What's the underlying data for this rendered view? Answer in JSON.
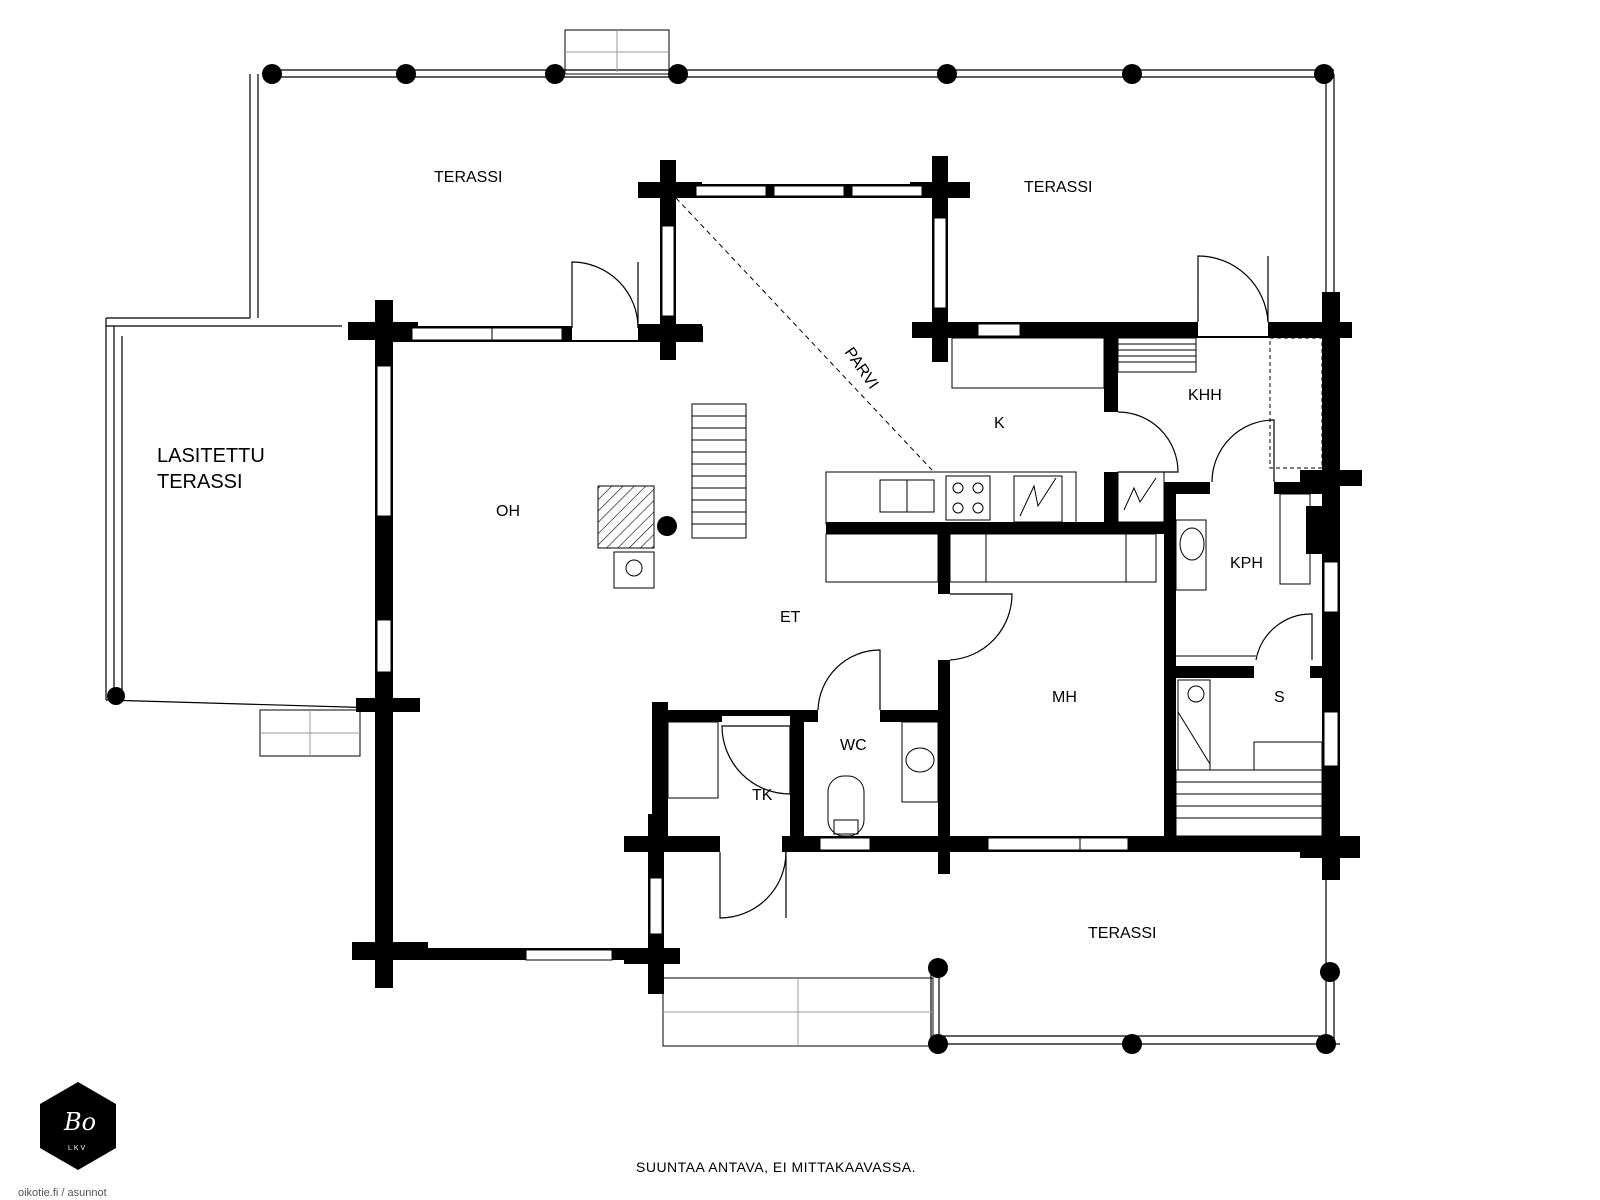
{
  "rooms": {
    "terassi_nw": "TERASSI",
    "terassi_ne": "TERASSI",
    "terassi_s": "TERASSI",
    "lasitettu_line1": "LASITETTU",
    "lasitettu_line2": "TERASSI",
    "oh": "OH",
    "et": "ET",
    "k": "K",
    "khh": "KHH",
    "kph": "KPH",
    "s": "S",
    "mh": "MH",
    "wc": "WC",
    "tk": "TK",
    "parvi": "PARVI"
  },
  "footer": {
    "note": "SUUNTAA ANTAVA, EI MITTAKAAVASSA.",
    "logo_text": "Bo",
    "logo_sub": "LKV",
    "watermark": "oikotie.fi / asunnot"
  }
}
